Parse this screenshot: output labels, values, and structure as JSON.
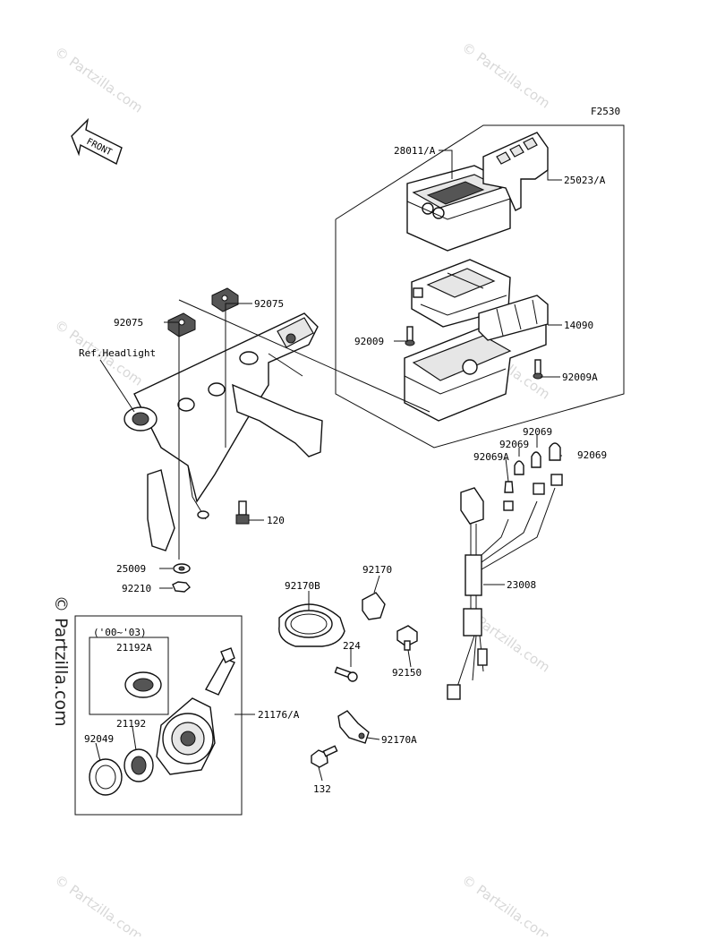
{
  "figure_code": "F2530",
  "front_arrow": "FRONT",
  "ref_label": "Ref.Headlight",
  "year_note": "('00~'03)",
  "watermark": "© Partzilla.com",
  "part_labels": {
    "p28011A": "28011/A",
    "p25023A": "25023/A",
    "p14090": "14090",
    "p92009": "92009",
    "p92009A": "92009A",
    "p92075_left": "92075",
    "p92075_right": "92075",
    "p120": "120",
    "p25009": "25009",
    "p92210": "92210",
    "p92069_a": "92069",
    "p92069_b": "92069",
    "p92069_c": "92069",
    "p92069A": "92069A",
    "p23008": "23008",
    "p92170": "92170",
    "p92170B": "92170B",
    "p224": "224",
    "p92150": "92150",
    "p21192A": "21192A",
    "p21192": "21192",
    "p92049": "92049",
    "p21176A": "21176/A",
    "p92170A": "92170A",
    "p132": "132"
  },
  "icons": {
    "front_arrow": "front-arrow-icon",
    "copyright": "copyright-icon"
  }
}
